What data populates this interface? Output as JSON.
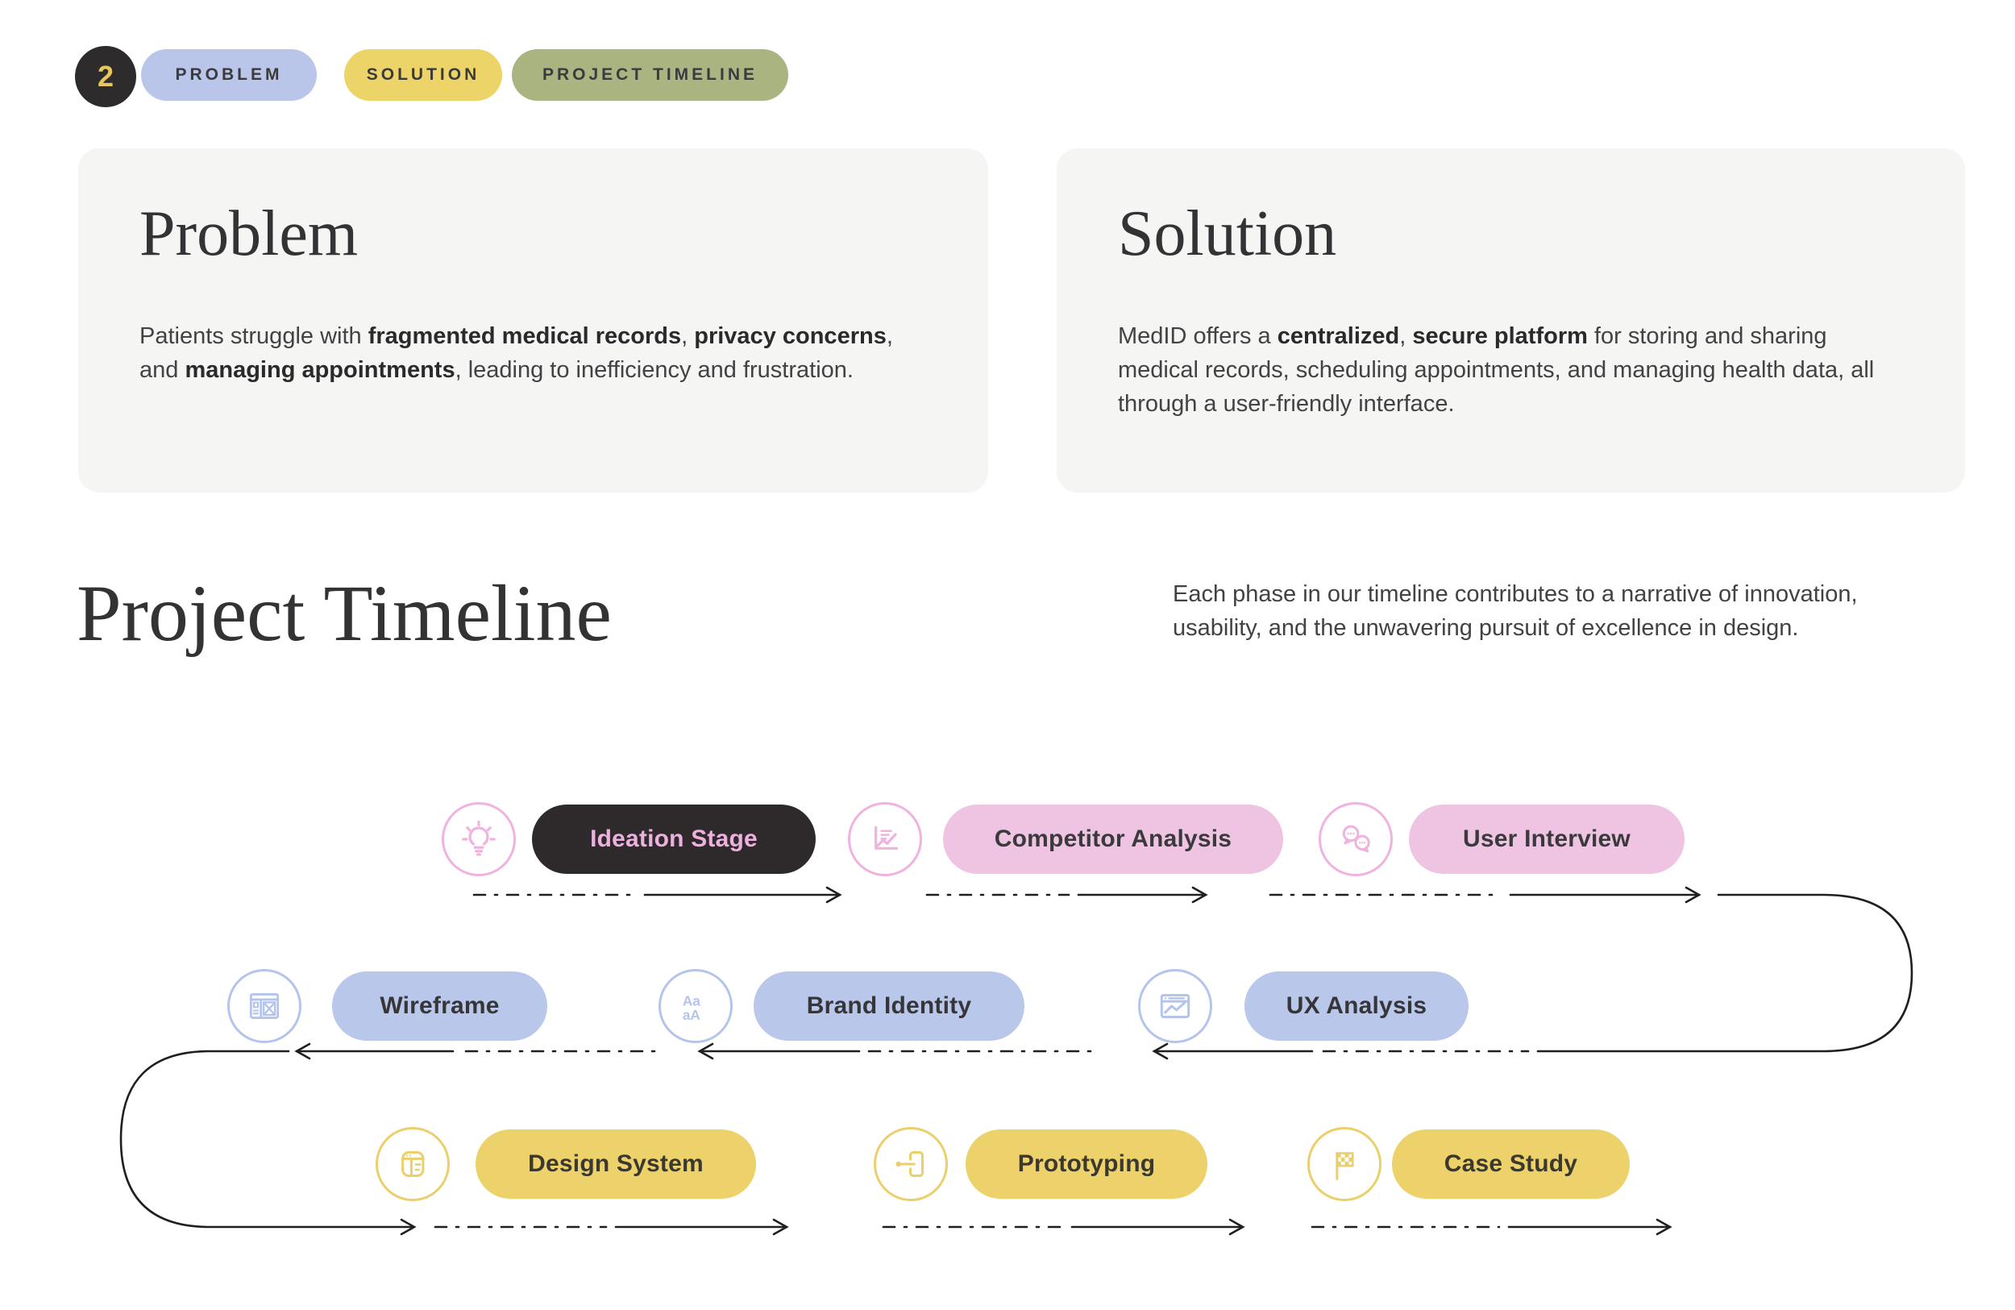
{
  "page": {
    "badge_number": "2"
  },
  "nav": {
    "items": [
      {
        "label": "PROBLEM",
        "bg": "#B9C6E9"
      },
      {
        "label": "SOLUTION",
        "bg": "#ECD468"
      },
      {
        "label": "PROJECT TIMELINE",
        "bg": "#A9B480"
      }
    ]
  },
  "cards": [
    {
      "title": "Problem",
      "text_parts": [
        {
          "text": "Patients struggle with ",
          "bold": false
        },
        {
          "text": "fragmented medical records",
          "bold": true
        },
        {
          "text": ", ",
          "bold": false
        },
        {
          "text": "privacy concerns",
          "bold": true
        },
        {
          "text": ", and ",
          "bold": false
        },
        {
          "text": "managing appointments",
          "bold": true
        },
        {
          "text": ", leading to inefficiency and frustration.",
          "bold": false
        }
      ]
    },
    {
      "title": "Solution",
      "text_parts": [
        {
          "text": "MedID offers a ",
          "bold": false
        },
        {
          "text": "centralized",
          "bold": true
        },
        {
          "text": ", ",
          "bold": false
        },
        {
          "text": "secure platform",
          "bold": true
        },
        {
          "text": " for storing and sharing medical records, scheduling appointments, and managing health data, all through a user-friendly interface.",
          "bold": false
        }
      ]
    }
  ],
  "timeline": {
    "title": "Project Timeline",
    "description": "Each phase in our timeline contributes to a narrative of innovation, usability, and the unwavering pursuit of excellence in design.",
    "colors": {
      "pink": "#F0B2DE",
      "pink_pill": "#EFC4E3",
      "blue": "#B5C4EC",
      "blue_pill": "#B9C7EB",
      "yellow": "#EACF6B",
      "yellow_pill": "#EDD26C",
      "dark": "#2E2A2C",
      "arrow": "#1F1F1F"
    },
    "rows": [
      {
        "stages": [
          {
            "label": "Ideation Stage",
            "icon": "lightbulb-icon",
            "pill_bg": "#2E2A2C",
            "pill_text": "#EDB1DE",
            "icon_color": "#F0B2DE"
          },
          {
            "label": "Competitor Analysis",
            "icon": "analytics-report-icon",
            "pill_bg": "#EFC4E3",
            "pill_text": "#3A3A3C",
            "icon_color": "#F0B2DE"
          },
          {
            "label": "User Interview",
            "icon": "chat-bubbles-icon",
            "pill_bg": "#EFC4E3",
            "pill_text": "#3A3A3C",
            "icon_color": "#F0B2DE"
          }
        ]
      },
      {
        "stages": [
          {
            "label": "Wireframe",
            "icon": "wireframe-icon",
            "pill_bg": "#B9C7EB",
            "pill_text": "#363638",
            "icon_color": "#B5C4EC"
          },
          {
            "label": "Brand Identity",
            "icon": "typography-icon",
            "pill_bg": "#B9C7EB",
            "pill_text": "#363638",
            "icon_color": "#B5C4EC"
          },
          {
            "label": "UX Analysis",
            "icon": "ux-analytics-icon",
            "pill_bg": "#B9C7EB",
            "pill_text": "#363638",
            "icon_color": "#B5C4EC"
          }
        ]
      },
      {
        "stages": [
          {
            "label": "Design System",
            "icon": "design-grid-icon",
            "pill_bg": "#EDD26C",
            "pill_text": "#3A382F",
            "icon_color": "#EACF6B"
          },
          {
            "label": "Prototyping",
            "icon": "door-enter-icon",
            "pill_bg": "#EDD26C",
            "pill_text": "#3A382F",
            "icon_color": "#EACF6B"
          },
          {
            "label": "Case Study",
            "icon": "checkered-flag-icon",
            "pill_bg": "#EDD26C",
            "pill_text": "#3A382F",
            "icon_color": "#EACF6B"
          }
        ]
      }
    ]
  }
}
